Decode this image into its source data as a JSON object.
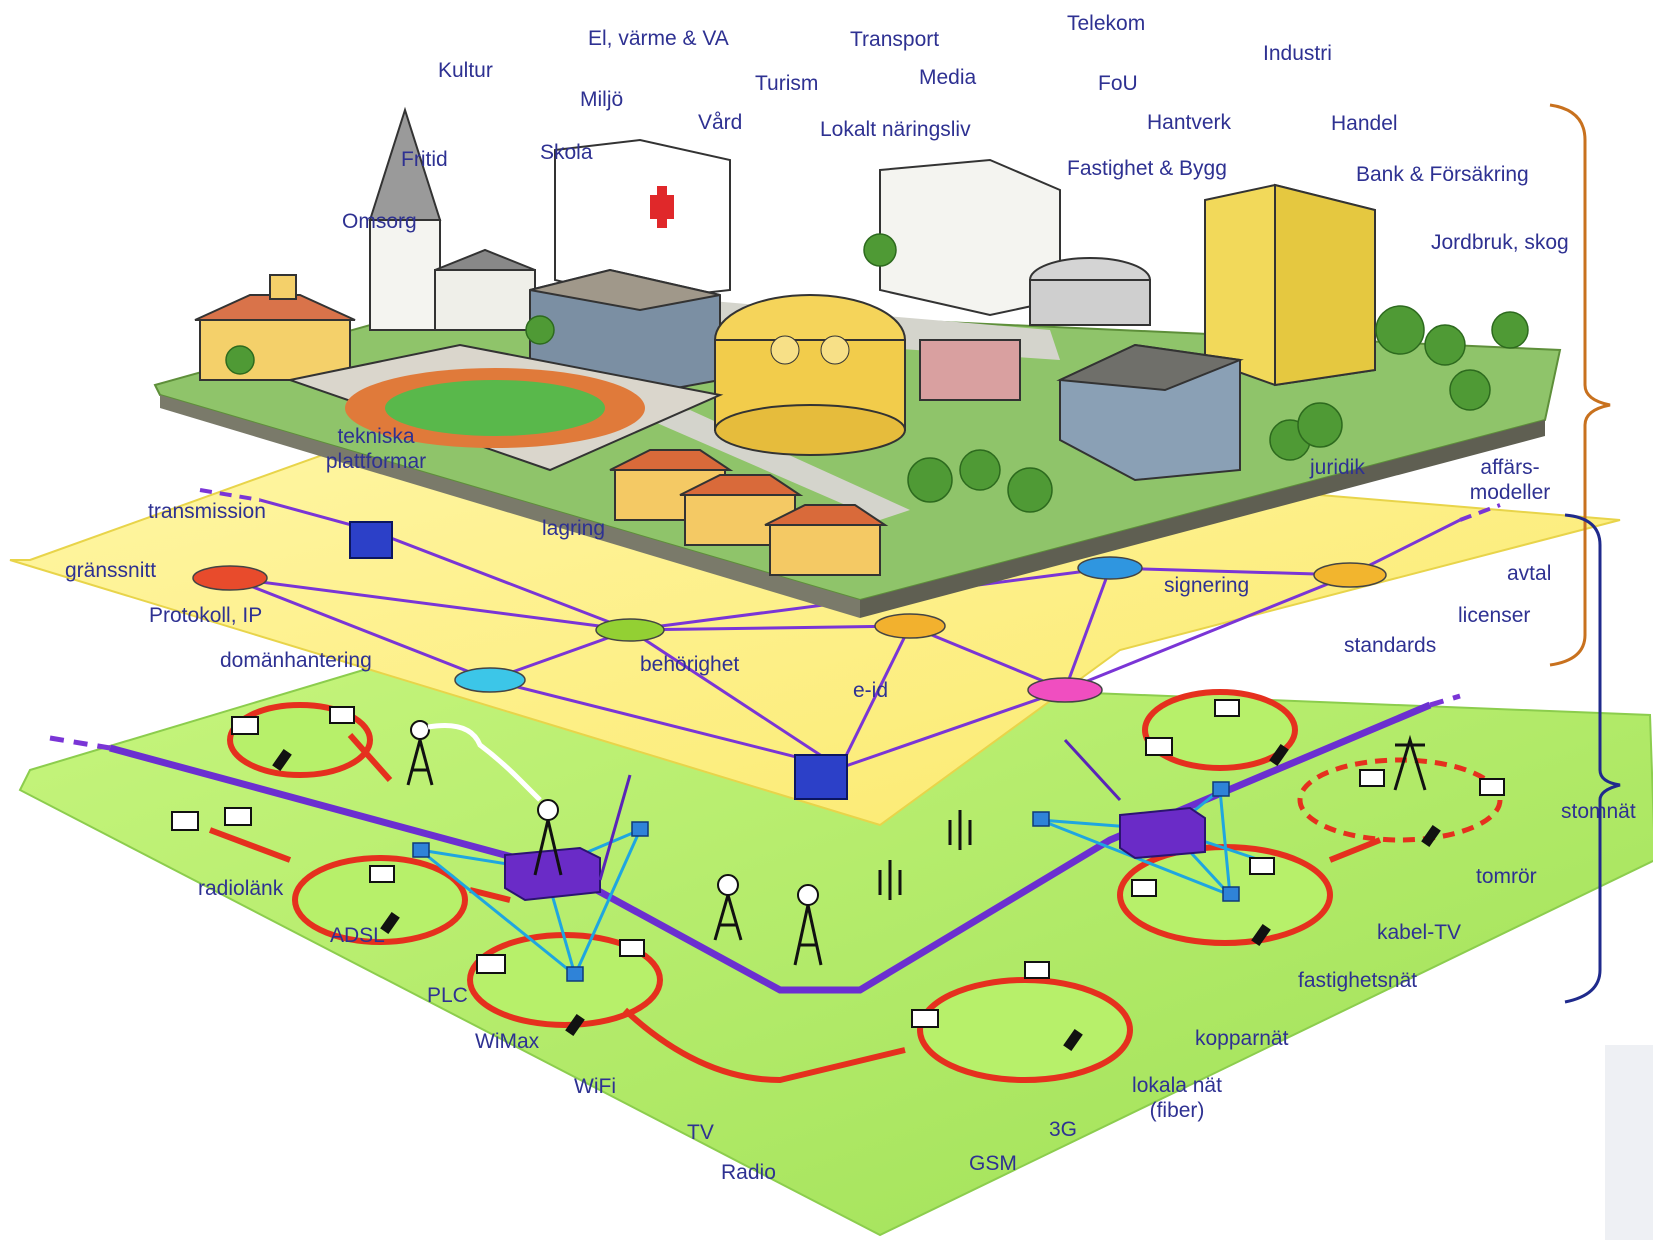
{
  "labels": {
    "telekom": "Telekom",
    "el_varme_va": "El, värme & VA",
    "transport": "Transport",
    "industri": "Industri",
    "kultur": "Kultur",
    "turism": "Turism",
    "media": "Media",
    "fou": "FoU",
    "miljo": "Miljö",
    "vard": "Vård",
    "lokalt_naringsliv": "Lokalt näringsliv",
    "hantverk": "Hantverk",
    "handel": "Handel",
    "skola": "Skola",
    "fritid": "Fritid",
    "fastighet_bygg": "Fastighet & Bygg",
    "bank_forsakring": "Bank & Försäkring",
    "omsorg": "Omsorg",
    "jordbruk_skog": "Jordbruk, skog",
    "tekniska_plattformar": "tekniska\nplattformar",
    "juridik": "juridik",
    "affarsmodeller": "affärs-\nmodeller",
    "transmission": "transmission",
    "lagring": "lagring",
    "gransnitt": "gränssnitt",
    "signering": "signering",
    "avtal": "avtal",
    "protokoll_ip": "Protokoll, IP",
    "licenser": "licenser",
    "standards": "standards",
    "domanhantering": "domänhantering",
    "behorighet": "behörighet",
    "e_id": "e-id",
    "stomnat": "stomnät",
    "radiolank": "radiolänk",
    "tomror": "tomrör",
    "adsl": "ADSL",
    "kabel_tv": "kabel-TV",
    "fastighetsnat": "fastighetsnät",
    "plc": "PLC",
    "wimax": "WiMax",
    "koppernat": "kopparnät",
    "wifi": "WiFi",
    "lokala_nat": "lokala nät\n(fiber)",
    "tv": "TV",
    "threeg": "3G",
    "radio": "Radio",
    "gsm": "GSM"
  },
  "colors": {
    "label_text": "#2e3192",
    "city_brace": "#c8711e",
    "network_brace": "#1f2a8c",
    "service_layer": "#fdf28a",
    "access_layer": "#b9ef6e",
    "backbone": "#7a35d6",
    "local_net": "#e5301e",
    "wireless_link": "#1fa6e0"
  }
}
